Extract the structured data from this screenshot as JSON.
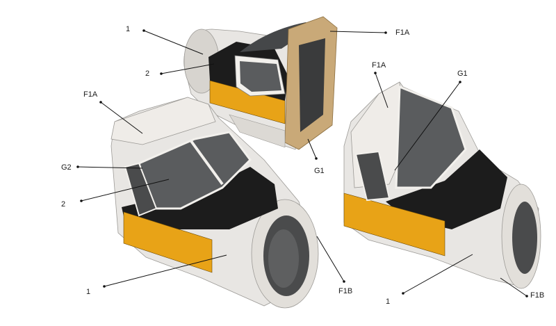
{
  "colors": {
    "shell": "#e8e6e3",
    "shell_shadow": "#bdbab5",
    "black_band": "#1c1c1c",
    "yellow_band": "#e8a317",
    "tan_frame": "#c9a978",
    "glass": "#5a5c5e",
    "line": "#111111"
  },
  "callouts": {
    "top_1": "1",
    "top_2": "2",
    "top_F1A": "F1A",
    "top_G1": "G1",
    "left_F1A": "F1A",
    "left_G2": "G2",
    "left_2": "2",
    "left_1": "1",
    "left_F1B": "F1B",
    "right_F1A": "F1A",
    "right_G1": "G1",
    "right_1": "1",
    "right_F1B": "F1B"
  }
}
